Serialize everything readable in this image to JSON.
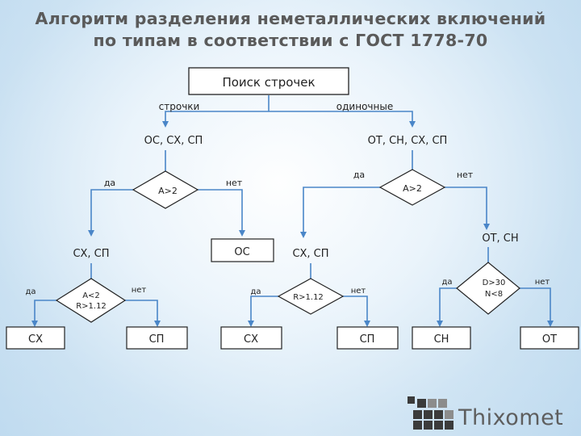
{
  "title": {
    "line1": "Алгоритм разделения неметаллических включений",
    "line2": "по типам в соответствии с ГОСТ 1778-70"
  },
  "diagram": {
    "root": "Поиск строчек",
    "branch_left_label": "строчки",
    "branch_right_label": "одиночные",
    "left_group": "ОС, СХ, СП",
    "right_group": "ОТ, СН, СХ, СП",
    "left_decision": "A>2",
    "left_yes": "да",
    "left_no": "нет",
    "right_decision": "A>2",
    "right_yes": "да",
    "right_no": "нет",
    "l_yes_result": "СХ, СП",
    "l_no_result": "ОС",
    "r_yes_result": "СХ, СП",
    "r_no_result": "ОТ, СН",
    "d3_line1": "A<2",
    "d3_line2": "R>1.12",
    "d3_yes": "да",
    "d3_no": "нет",
    "d4_text": "R>1.12",
    "d4_yes": "да",
    "d4_no": "нет",
    "d5_line1": "D>30",
    "d5_line2": "N<8",
    "d5_yes": "да",
    "d5_no": "нет",
    "leaf_sx1": "СХ",
    "leaf_sp1": "СП",
    "leaf_sx2": "СХ",
    "leaf_sp2": "СП",
    "leaf_sn": "СН",
    "leaf_ot": "ОТ"
  },
  "logo": {
    "text": "Thixomet"
  },
  "colors": {
    "line": "#4a86c8",
    "box_border": "#222222",
    "title": "#5a5a5a",
    "logo_dark": "#3b3b3b",
    "logo_light": "#8c8c8c"
  }
}
